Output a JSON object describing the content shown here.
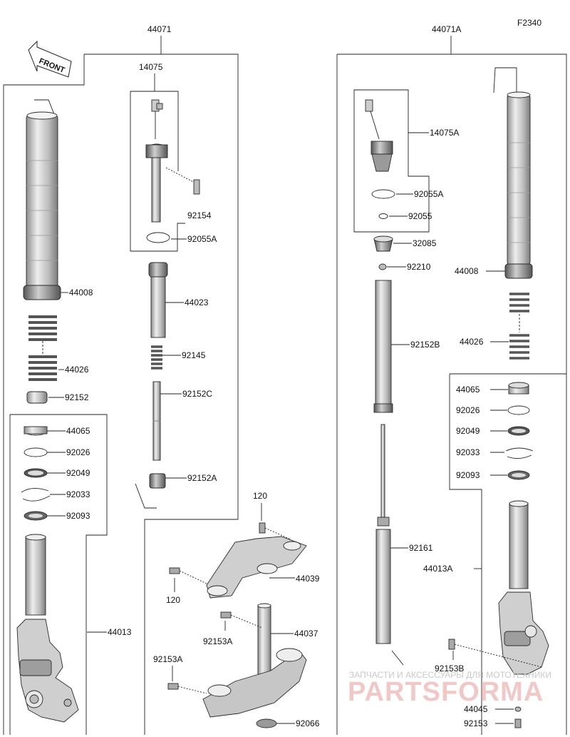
{
  "diagram_code": "F2340",
  "assemblies": {
    "left": "44071",
    "right": "44071A"
  },
  "front_label": "FRONT",
  "labels": {
    "l_14075": "14075",
    "l_92154": "92154",
    "l_92055A": "92055A",
    "l_44023": "44023",
    "l_92145": "92145",
    "l_92152C": "92152C",
    "l_92152A": "92152A",
    "l_44008": "44008",
    "l_44026": "44026",
    "l_92152": "92152",
    "l_44065": "44065",
    "l_92026": "92026",
    "l_92049": "92049",
    "l_92033": "92033",
    "l_92093": "92093",
    "l_44013": "44013",
    "c_120a": "120",
    "c_120b": "120",
    "c_44039": "44039",
    "c_44037": "44037",
    "c_92153A_a": "92153A",
    "c_92153A_b": "92153A",
    "c_92066": "92066",
    "r_14075A": "14075A",
    "r_92055A": "92055A",
    "r_92055": "92055",
    "r_32085": "32085",
    "r_92210": "92210",
    "r_92152B": "92152B",
    "r_92161": "92161",
    "r_44008": "44008",
    "r_44026": "44026",
    "r_44065": "44065",
    "r_92026": "92026",
    "r_92049": "92049",
    "r_92033": "92033",
    "r_92093": "92093",
    "r_44013A": "44013A",
    "r_92153B": "92153B",
    "r_44045": "44045",
    "r_92153": "92153"
  },
  "watermark": {
    "line1": "ЗАПЧАСТИ И АКСЕССУАРЫ ДЛЯ МОТОТЕХНИКИ",
    "line2": "PARTSFORMA"
  },
  "colors": {
    "line": "#222222",
    "part_fill": "#d9d9d9",
    "part_dark": "#9a9a9a",
    "watermark_text": "#c9c9c9",
    "watermark_logo": "#f0c8c8"
  }
}
